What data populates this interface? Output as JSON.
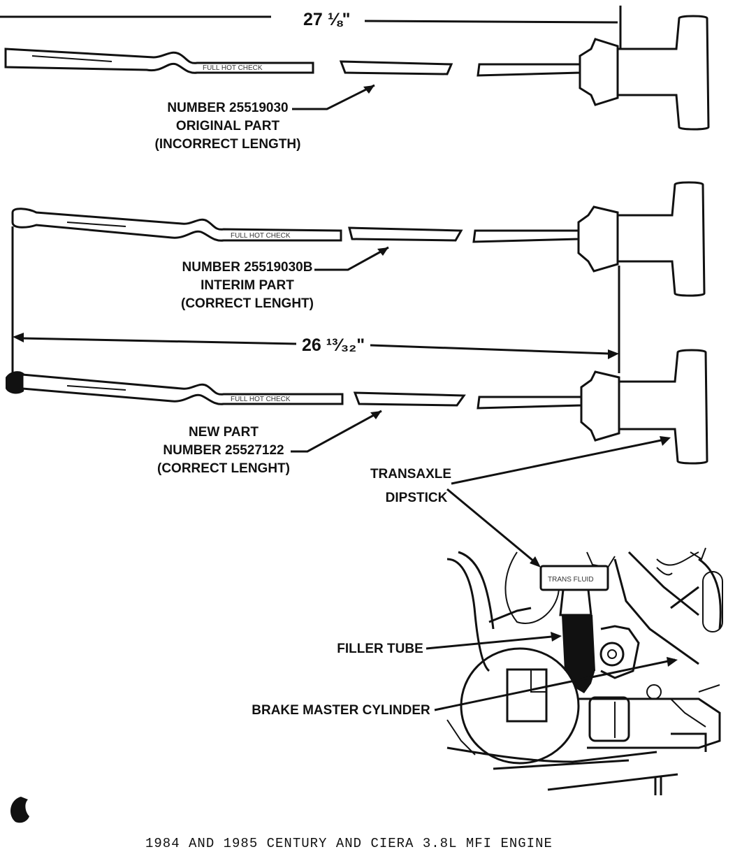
{
  "dimensions": {
    "original_length": "27 ⅛\"",
    "correct_length": "26 ¹³⁄₃₂\""
  },
  "dipsticks": [
    {
      "stamp_text": "FULL HOT CHECK",
      "label_lines": [
        "NUMBER 25519030",
        "ORIGINAL PART",
        "(INCORRECT LENGTH)"
      ]
    },
    {
      "stamp_text": "FULL HOT CHECK",
      "label_lines": [
        "NUMBER 25519030B",
        "INTERIM PART",
        "(CORRECT LENGHT)"
      ]
    },
    {
      "stamp_text": "FULL HOT CHECK",
      "label_lines": [
        "NEW PART",
        "NUMBER 25527122",
        "(CORRECT LENGHT)"
      ]
    }
  ],
  "engine_callouts": {
    "transaxle_dipstick": [
      "TRANSAXLE",
      "DIPSTICK"
    ],
    "filler_tube": "FILLER TUBE",
    "brake_master_cylinder": "BRAKE MASTER CYLINDER",
    "handle_stamp": "TRANS FLUID"
  },
  "caption": "1984 AND 1985 CENTURY AND CIERA 3.8L MFI ENGINE"
}
